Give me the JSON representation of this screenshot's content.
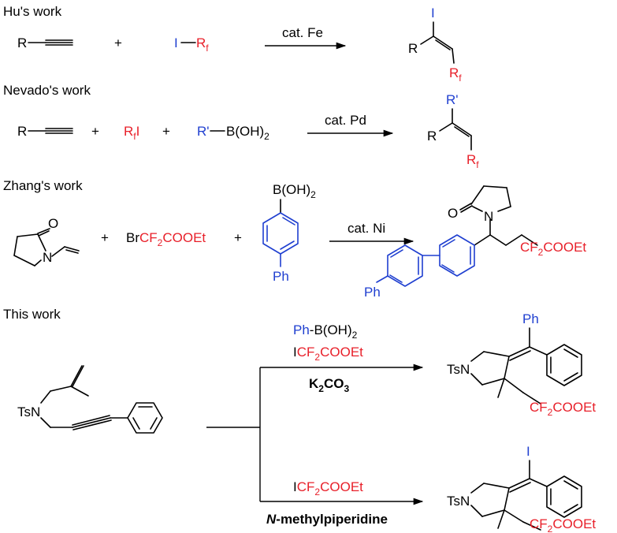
{
  "headers": {
    "hu": "Hu's work",
    "nevado": "Nevado's work",
    "zhang": "Zhang's work",
    "this": "This work"
  },
  "hu": {
    "alkyne_r": "R",
    "plus": "+",
    "reagent_i": "I",
    "reagent_rf": "R",
    "reagent_rf_sub": "f",
    "condition": "cat. Fe",
    "prod_i": "I",
    "prod_r": "R",
    "prod_rf": "R",
    "prod_rf_sub": "f"
  },
  "nevado": {
    "alkyne_r": "R",
    "plus1": "+",
    "rfi_r": "R",
    "rfi_sub": "f",
    "rfi_i": "I",
    "plus2": "+",
    "boronic_rprime": "R'",
    "boronic_b": "B(OH)",
    "boronic_sub": "2",
    "condition": "cat. Pd",
    "prod_rprime": "R'",
    "prod_r": "R",
    "prod_rf": "R",
    "prod_rf_sub": "f"
  },
  "zhang": {
    "lactam_o": "O",
    "lactam_n": "N",
    "plus1": "+",
    "brcf_br": "Br",
    "brcf_cf": "CF",
    "brcf_sub": "2",
    "brcf_cooet": "COOEt",
    "plus2": "+",
    "boronic_b": "B(OH)",
    "boronic_sub": "2",
    "boronic_ph": "Ph",
    "condition": "cat. Ni",
    "prod_o": "O",
    "prod_n": "N",
    "prod_cf": "CF",
    "prod_sub": "2",
    "prod_cooet": "COOEt",
    "prod_ph": "Ph"
  },
  "thiswork": {
    "substrate_tsn": "TsN",
    "top_reagent_ph": "Ph",
    "top_reagent_b": "-B(OH)",
    "top_reagent_sub": "2",
    "top_reagent2_i": "I",
    "top_reagent2_cf": "CF",
    "top_reagent2_sub": "2",
    "top_reagent2_cooet": "COOEt",
    "top_base": "K",
    "top_base_sub": "2",
    "top_base_co": "CO",
    "top_base_sub2": "3",
    "bottom_reagent_i": "I",
    "bottom_reagent_cf": "CF",
    "bottom_reagent_sub": "2",
    "bottom_reagent_cooet": "COOEt",
    "bottom_base_n": "N",
    "bottom_base_rest": "-methylpiperidine",
    "prod1_ph": "Ph",
    "prod1_tsn": "TsN",
    "prod1_cf": "CF",
    "prod1_sub": "2",
    "prod1_cooet": "COOEt",
    "prod2_i": "I",
    "prod2_tsn": "TsN",
    "prod2_cf": "CF",
    "prod2_sub": "2",
    "prod2_cooet": "COOEt"
  },
  "colors": {
    "red": "#e8202a",
    "blue": "#1f3fd0",
    "black": "#000000"
  }
}
